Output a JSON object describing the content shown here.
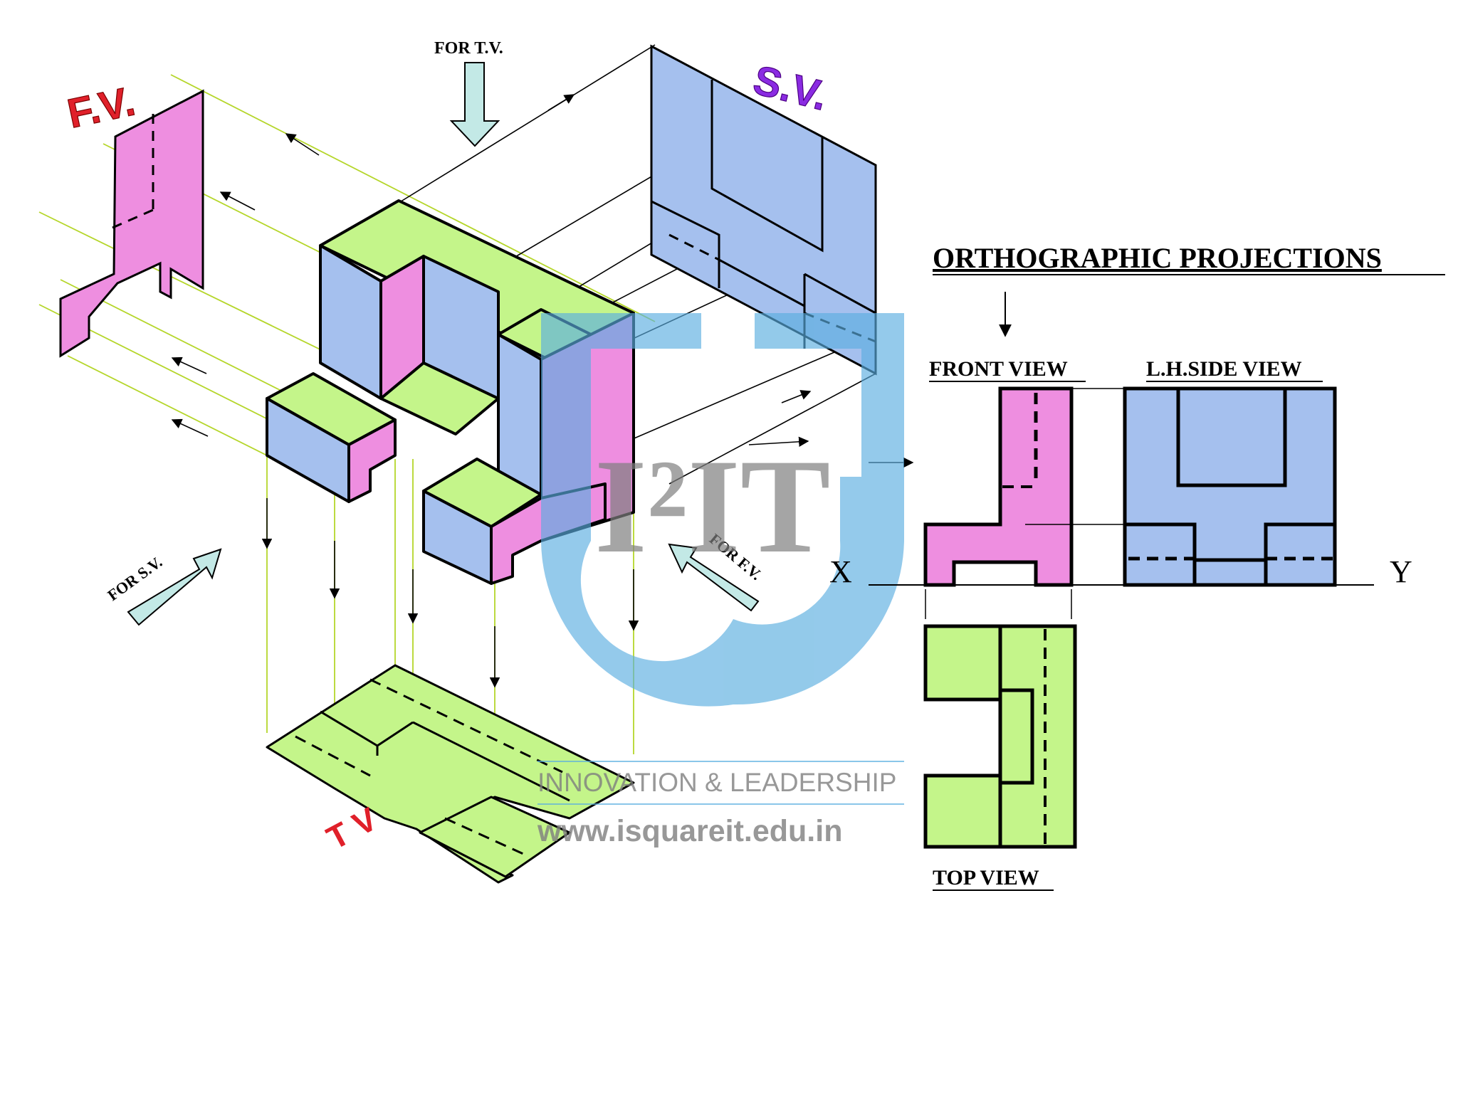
{
  "labels": {
    "fv_big": "F.V.",
    "sv_big": "S.V.",
    "tv_big": "T V",
    "for_tv": "FOR T.V.",
    "for_sv": "FOR S.V.",
    "for_fv": "FOR F.V.",
    "title": "ORTHOGRAPHIC PROJECTIONS",
    "front_view": "FRONT VIEW",
    "side_view": "L.H.SIDE VIEW",
    "top_view": "TOP VIEW",
    "x": "X",
    "y": "Y"
  },
  "watermark": {
    "logo_text": "I²IT",
    "tagline": "INNOVATION & LEADERSHIP",
    "url": "www.isquareit.edu.in"
  },
  "colors": {
    "front": "#ee8ee0",
    "side": "#a5c0ee",
    "top": "#c4f58a",
    "projector": "#b5d62a",
    "arrow_fill": "#c3e9e6",
    "red_label": "#e0202a",
    "purple_label": "#8a2be2",
    "watermark_blue": "#5aaee0"
  }
}
